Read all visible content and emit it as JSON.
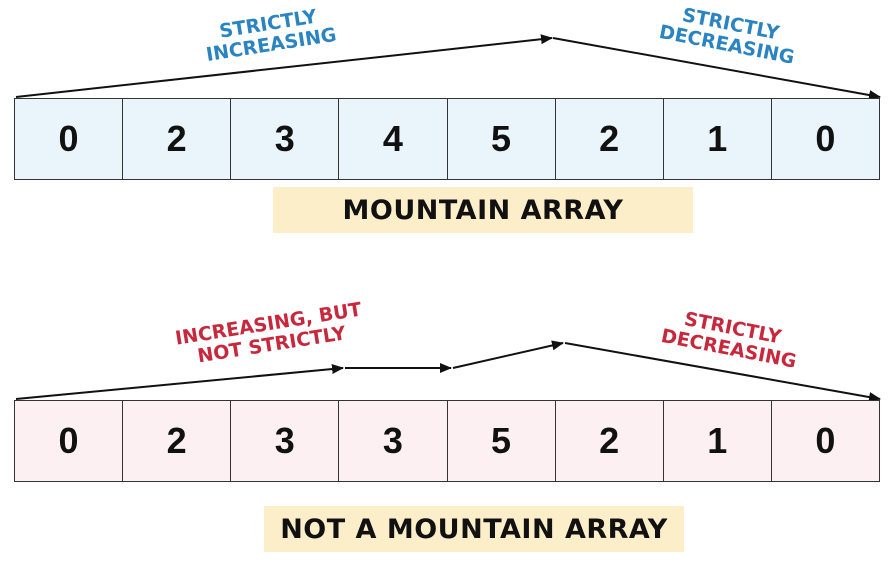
{
  "mountain": {
    "values": [
      "0",
      "2",
      "3",
      "4",
      "5",
      "2",
      "1",
      "0"
    ],
    "label_increasing": [
      "STRICTLY",
      "INCREASING"
    ],
    "label_decreasing": [
      "STRICTLY",
      "DECREASING"
    ],
    "caption": "MOUNTAIN ARRAY",
    "cell_color": "#eaf4fb",
    "label_color": "#2a84c2"
  },
  "not_mountain": {
    "values": [
      "0",
      "2",
      "3",
      "3",
      "5",
      "2",
      "1",
      "0"
    ],
    "label_increasing": [
      "INCREASING, BUT",
      "NOT STRICTLY"
    ],
    "label_decreasing": [
      "STRICTLY",
      "DECREASING"
    ],
    "caption": "NOT A MOUNTAIN ARRAY",
    "cell_color": "#fcf0f2",
    "label_color": "#c8283c"
  },
  "caption_color": "#fbeec8"
}
